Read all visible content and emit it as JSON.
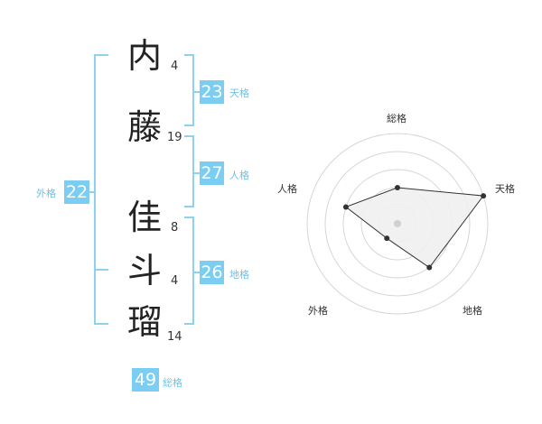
{
  "name": {
    "characters": [
      {
        "char": "内",
        "strokes": "4"
      },
      {
        "char": "藤",
        "strokes": "19"
      },
      {
        "char": "佳",
        "strokes": "8"
      },
      {
        "char": "斗",
        "strokes": "4"
      },
      {
        "char": "瑠",
        "strokes": "14"
      }
    ]
  },
  "kaku": {
    "tenkaku": {
      "value": "23",
      "label": "天格"
    },
    "jinkaku": {
      "value": "27",
      "label": "人格"
    },
    "chikaku": {
      "value": "26",
      "label": "地格"
    },
    "gaikaku": {
      "value": "22",
      "label": "外格"
    },
    "soukaku": {
      "value": "49",
      "label": "総格"
    }
  },
  "colors": {
    "accent": "#7ccdf2",
    "bracket": "#8fd1f0",
    "label": "#6cc2ea"
  },
  "chart_data": {
    "type": "radar",
    "axes": [
      "総格",
      "天格",
      "地格",
      "外格",
      "人格"
    ],
    "values": [
      2,
      5,
      3,
      1,
      3
    ],
    "max": 5,
    "rings": 5,
    "grid": true
  }
}
